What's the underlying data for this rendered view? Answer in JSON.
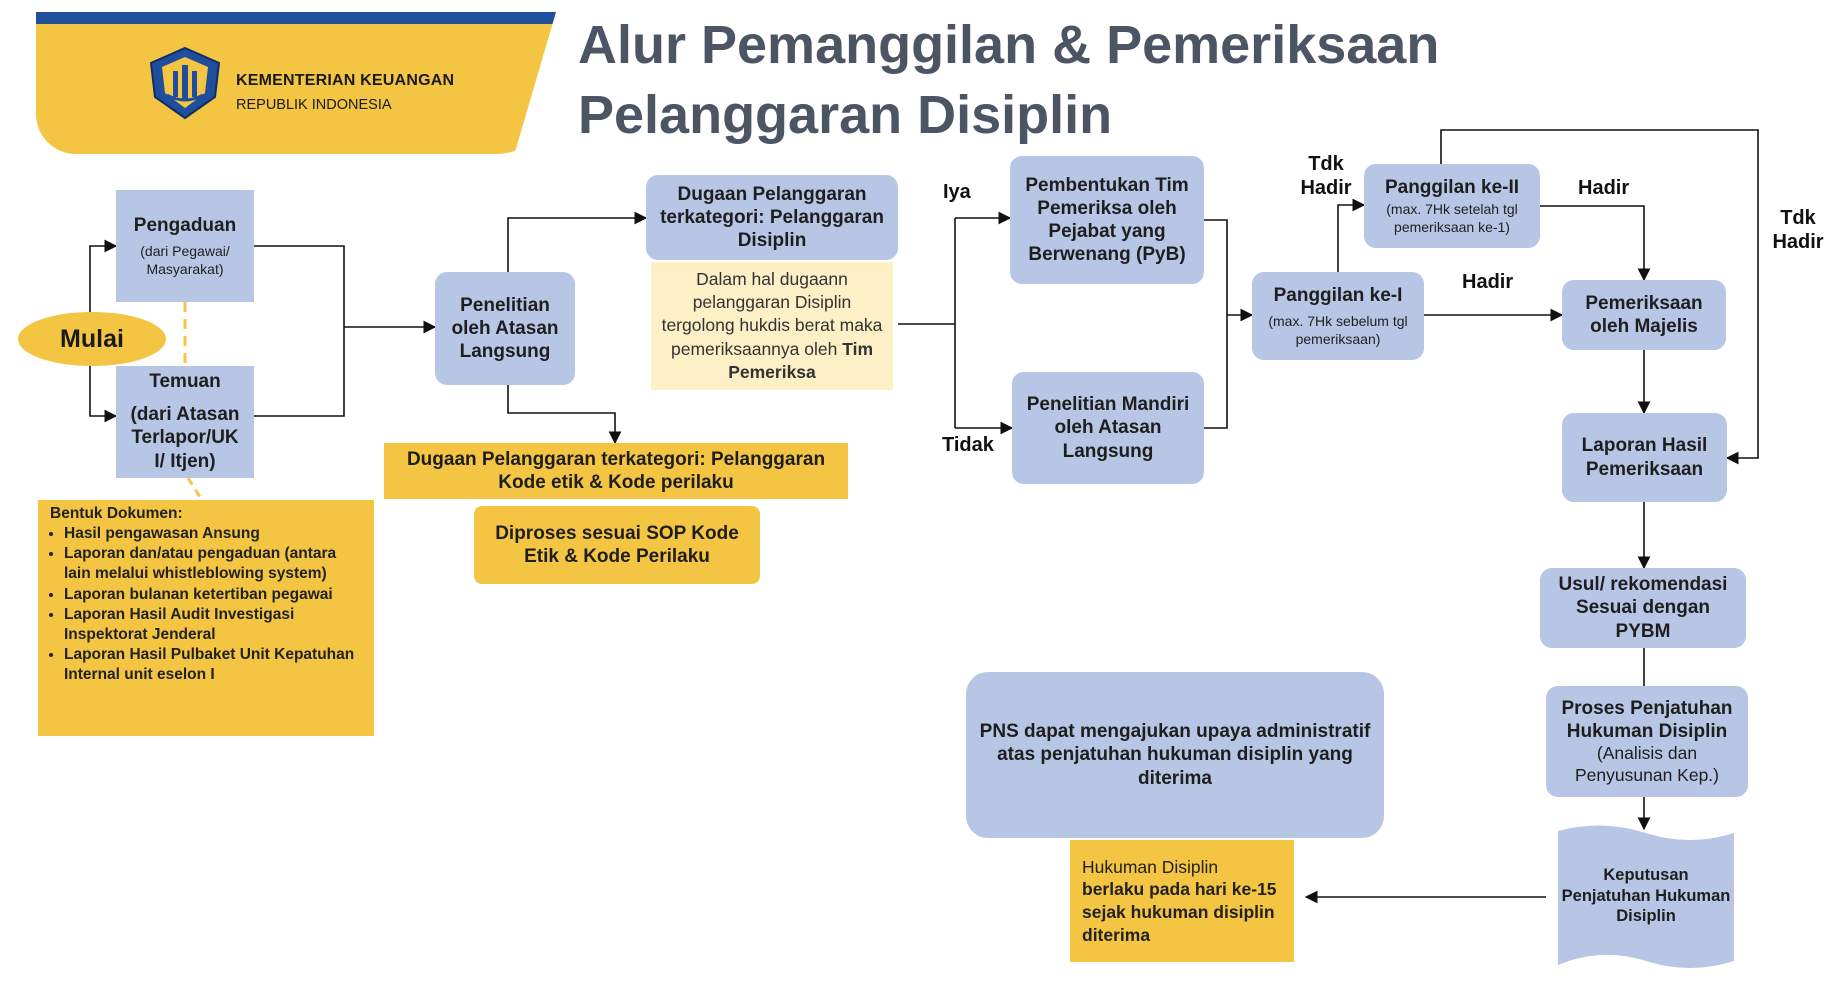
{
  "header": {
    "org_name": "KEMENTERIAN KEUANGAN",
    "org_sub": "REPUBLIK INDONESIA",
    "title_line1": "Alur Pemanggilan & Pemeriksaan",
    "title_line2": "Pelanggaran Disiplin",
    "logo_icon": "kemenkeu-emblem-icon"
  },
  "colors": {
    "blue_box": "#b8c6e6",
    "yellow": "#f4c542",
    "cream": "#fdefc6",
    "header_bar": "#1f4e9c",
    "title": "#4b5563"
  },
  "start": {
    "label": "Mulai"
  },
  "sources": {
    "pengaduan": {
      "title": "Pengaduan",
      "sub": "(dari Pegawai/ Masyarakat)"
    },
    "temuan": {
      "title": "Temuan",
      "sub": "(dari Atasan Terlapor/UK I/ Itjen)"
    }
  },
  "documents": {
    "heading": "Bentuk Dokumen:",
    "items": [
      "Hasil pengawasan Ansung",
      "Laporan dan/atau pengaduan (antara lain melalui whistleblowing system)",
      "Laporan bulanan ketertiban pegawai",
      "Laporan Hasil Audit Investigasi Inspektorat Jenderal",
      "Laporan Hasil Pulbaket Unit Kepatuhan Internal unit eselon I"
    ]
  },
  "penelitian_atasan": "Penelitian oleh Atasan Langsung",
  "dugaan_disiplin": "Dugaan Pelanggaran terkategori: Pelanggaran Disiplin",
  "tim_note": {
    "text": "Dalam hal dugaann pelanggaran Disiplin tergolong hukdis berat maka pemeriksaannya oleh",
    "bold": "Tim Pemeriksa"
  },
  "dugaan_kode_etik": "Dugaan Pelanggaran terkategori: Pelanggaran Kode etik & Kode perilaku",
  "diproses_sop": "Diproses sesuai SOP Kode Etik & Kode Perilaku",
  "labels": {
    "iya": "Iya",
    "tidak": "Tidak",
    "tdk_hadir": "Tdk Hadir",
    "hadir": "Hadir"
  },
  "pembentukan_tim": "Pembentukan Tim Pemeriksa oleh Pejabat yang Berwenang (PyB)",
  "penelitian_mandiri": "Penelitian Mandiri oleh Atasan Langsung",
  "panggilan_1": {
    "title": "Panggilan ke-I",
    "sub": "(max. 7Hk sebelum tgl pemeriksaan)"
  },
  "panggilan_2": {
    "title": "Panggilan ke-II",
    "sub": "(max. 7Hk setelah tgl pemeriksaan ke-1)"
  },
  "pemeriksaan_majelis": "Pemeriksaan oleh Majelis",
  "laporan_hasil": "Laporan Hasil Pemeriksaan",
  "usul_rekomendasi": "Usul/ rekomendasi Sesuai dengan PYBM",
  "proses_penjatuhan": {
    "title": "Proses Penjatuhan Hukuman Disiplin",
    "sub": "(Analisis dan Penyusunan Kep.)"
  },
  "keputusan": "Keputusan Penjatuhan Hukuman Disiplin",
  "hukuman_berlaku": {
    "lead": "Hukuman Disiplin",
    "bold": "berlaku pada hari ke-15 sejak hukuman disiplin diterima"
  },
  "upaya_administratif": "PNS dapat mengajukan upaya administratif atas penjatuhan hukuman disiplin yang diterima"
}
